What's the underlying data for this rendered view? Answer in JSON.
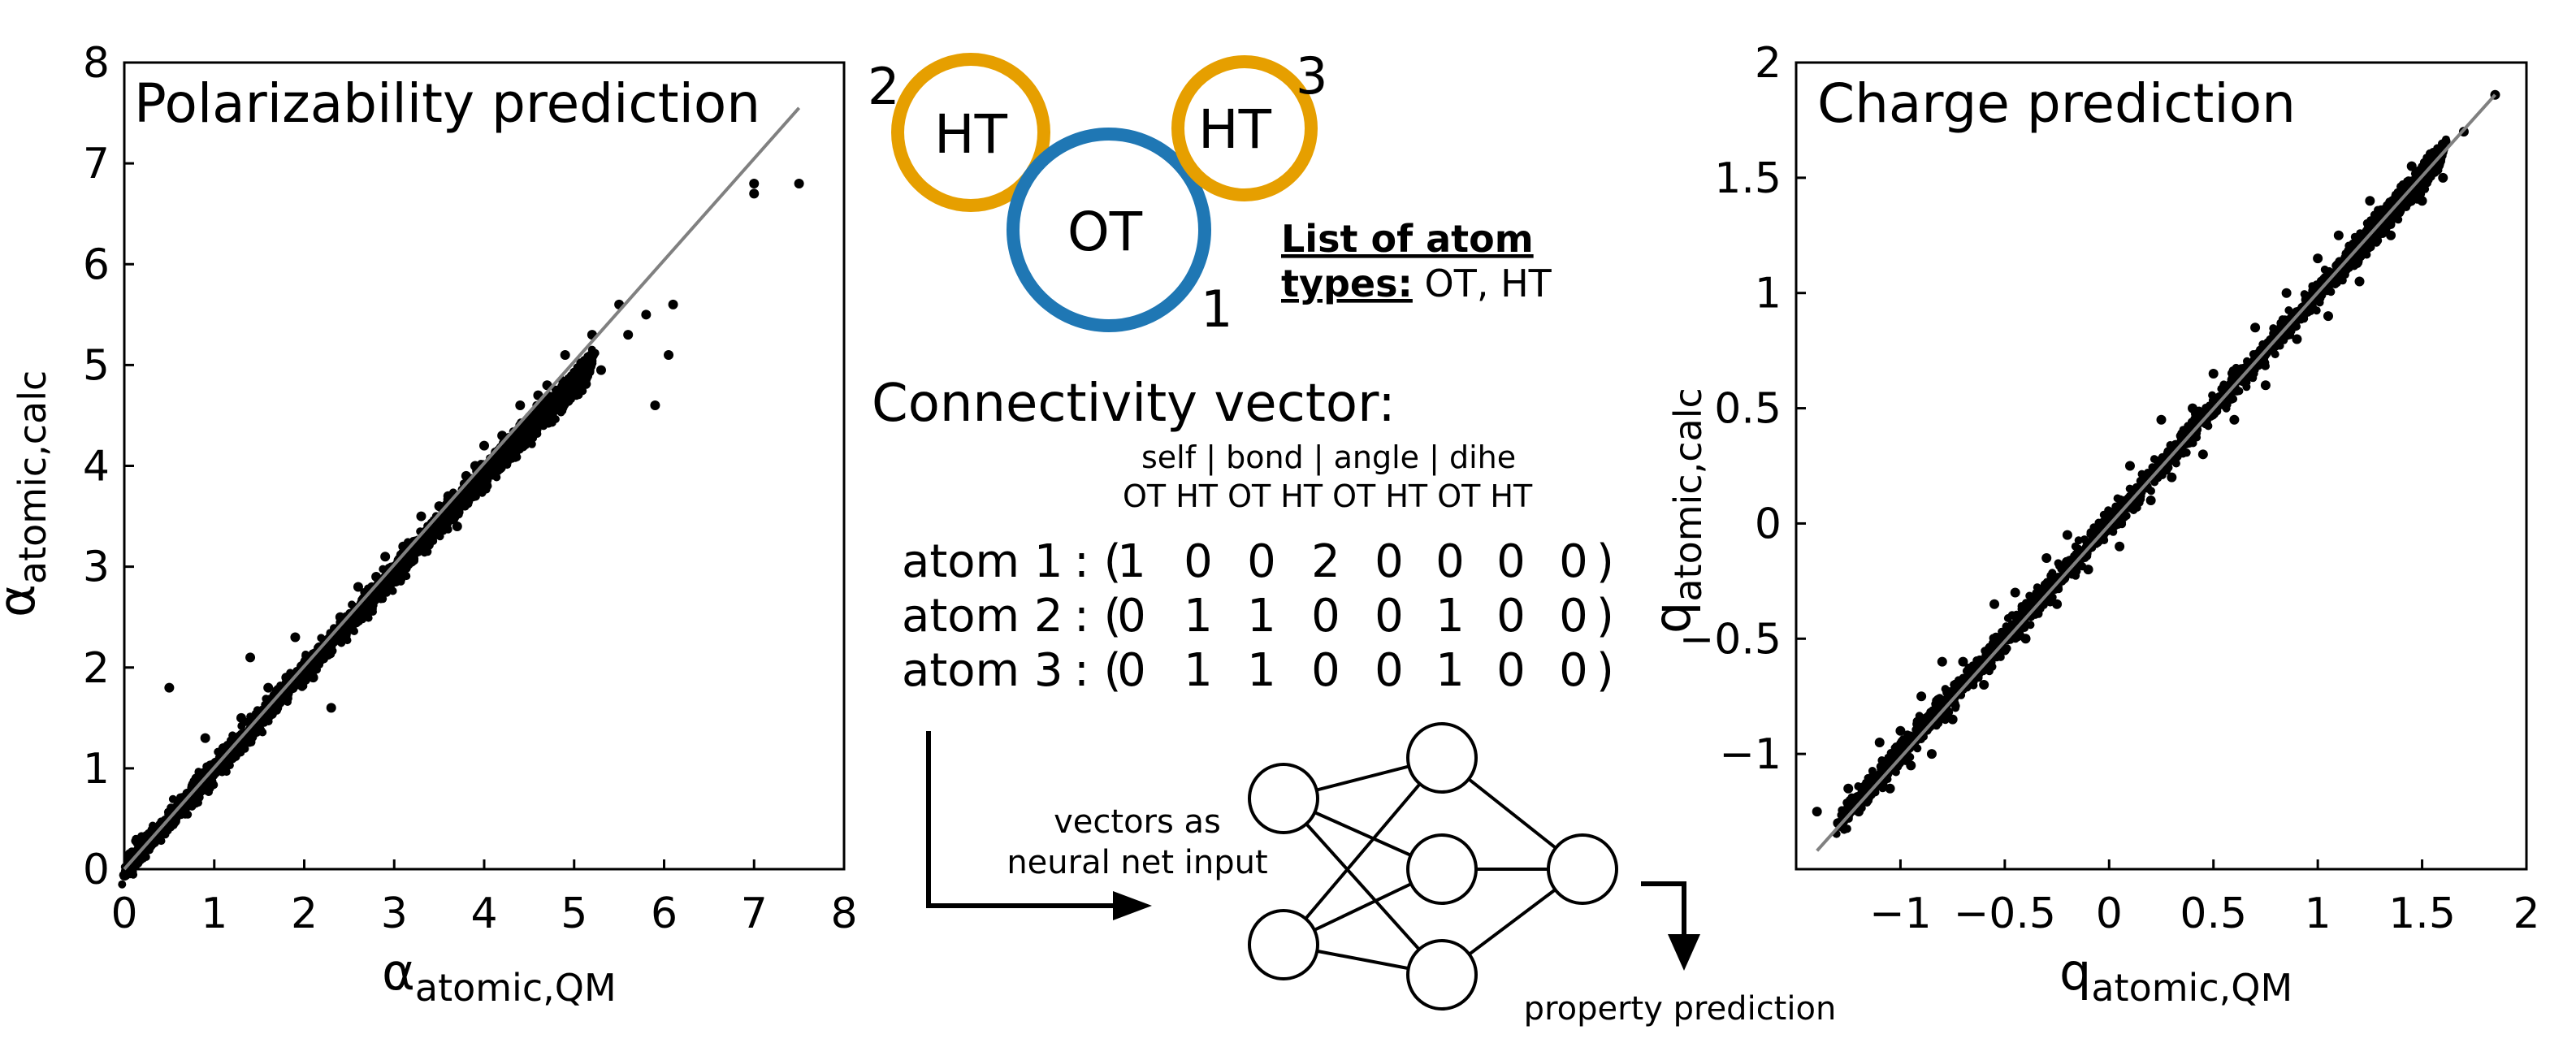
{
  "colors": {
    "blue": "#1f77b4",
    "orange": "#e69f00",
    "black": "#000000",
    "fitline": "#808080"
  },
  "chart_data": [
    {
      "type": "scatter",
      "title": "Polarizability prediction",
      "xlabel": {
        "main": "α",
        "sub": "atomic,QM"
      },
      "ylabel": {
        "main": "α",
        "sub": "atomic,calc"
      },
      "xlim": [
        0,
        8
      ],
      "ylim": [
        0,
        8
      ],
      "xticks": [
        "0",
        "1",
        "2",
        "3",
        "4",
        "5",
        "6",
        "7",
        "8"
      ],
      "yticks": [
        "0",
        "1",
        "2",
        "3",
        "4",
        "5",
        "6",
        "7",
        "8"
      ],
      "reference_line": [
        [
          0,
          0
        ],
        [
          7.5,
          7.55
        ]
      ],
      "grid": false,
      "points": [
        [
          0.05,
          0.08
        ],
        [
          0.12,
          0.1
        ],
        [
          0.2,
          0.18
        ],
        [
          0.3,
          0.25
        ],
        [
          0.4,
          0.42
        ],
        [
          0.55,
          0.6
        ],
        [
          0.5,
          1.8
        ],
        [
          0.7,
          0.75
        ],
        [
          0.8,
          0.9
        ],
        [
          0.9,
          1.3
        ],
        [
          1.0,
          1.0
        ],
        [
          1.1,
          1.2
        ],
        [
          1.2,
          1.1
        ],
        [
          1.3,
          1.5
        ],
        [
          1.4,
          2.1
        ],
        [
          1.5,
          1.45
        ],
        [
          1.6,
          1.8
        ],
        [
          1.7,
          1.6
        ],
        [
          1.8,
          1.9
        ],
        [
          1.9,
          2.3
        ],
        [
          2.0,
          2.0
        ],
        [
          2.1,
          1.9
        ],
        [
          2.2,
          2.2
        ],
        [
          2.3,
          1.6
        ],
        [
          2.4,
          2.5
        ],
        [
          2.5,
          2.4
        ],
        [
          2.6,
          2.8
        ],
        [
          2.7,
          2.6
        ],
        [
          2.8,
          2.9
        ],
        [
          2.9,
          3.1
        ],
        [
          3.0,
          3.0
        ],
        [
          3.1,
          3.2
        ],
        [
          3.2,
          3.1
        ],
        [
          3.3,
          3.5
        ],
        [
          3.4,
          3.3
        ],
        [
          3.5,
          3.6
        ],
        [
          3.6,
          3.7
        ],
        [
          3.7,
          3.4
        ],
        [
          3.8,
          3.9
        ],
        [
          3.9,
          4.0
        ],
        [
          4.0,
          4.2
        ],
        [
          4.1,
          3.95
        ],
        [
          4.2,
          4.3
        ],
        [
          4.3,
          4.2
        ],
        [
          4.4,
          4.6
        ],
        [
          4.5,
          4.4
        ],
        [
          4.6,
          4.7
        ],
        [
          4.7,
          4.8
        ],
        [
          4.8,
          4.6
        ],
        [
          4.9,
          5.1
        ],
        [
          5.0,
          4.9
        ],
        [
          5.2,
          5.3
        ],
        [
          5.3,
          4.95
        ],
        [
          5.5,
          5.6
        ],
        [
          5.6,
          5.3
        ],
        [
          5.8,
          5.5
        ],
        [
          5.9,
          4.6
        ],
        [
          6.05,
          5.1
        ],
        [
          6.1,
          5.6
        ],
        [
          7.0,
          6.7
        ],
        [
          7.0,
          6.8
        ],
        [
          7.5,
          6.8
        ]
      ],
      "dense_band": [
        [
          0,
          0
        ],
        [
          2.5,
          2.45
        ],
        [
          4.2,
          4.1
        ],
        [
          5.2,
          5.0
        ]
      ]
    },
    {
      "type": "scatter",
      "title": "Charge prediction",
      "xlabel": {
        "main": "q",
        "sub": "atomic,QM"
      },
      "ylabel": {
        "main": "q",
        "sub": "atomic,calc"
      },
      "xlim": [
        -1.5,
        2
      ],
      "ylim": [
        -1.5,
        2
      ],
      "xticks": [
        "−1",
        "−0.5",
        "0",
        "0.5",
        "1",
        "1.5",
        "2"
      ],
      "yticks": [
        "−1",
        "−0.5",
        "0",
        "0.5",
        "1",
        "1.5",
        "2"
      ],
      "reference_line": [
        [
          -1.4,
          -1.42
        ],
        [
          1.85,
          1.86
        ]
      ],
      "grid": false,
      "points": [
        [
          -1.4,
          -1.25
        ],
        [
          -1.3,
          -1.3
        ],
        [
          -1.25,
          -1.15
        ],
        [
          -1.2,
          -1.25
        ],
        [
          -1.1,
          -0.95
        ],
        [
          -1.05,
          -1.15
        ],
        [
          -1.0,
          -0.9
        ],
        [
          -0.95,
          -1.05
        ],
        [
          -0.9,
          -0.75
        ],
        [
          -0.85,
          -1.0
        ],
        [
          -0.8,
          -0.6
        ],
        [
          -0.75,
          -0.85
        ],
        [
          -0.7,
          -0.6
        ],
        [
          -0.6,
          -0.7
        ],
        [
          -0.55,
          -0.35
        ],
        [
          -0.5,
          -0.55
        ],
        [
          -0.45,
          -0.3
        ],
        [
          -0.4,
          -0.5
        ],
        [
          -0.3,
          -0.15
        ],
        [
          -0.25,
          -0.35
        ],
        [
          -0.2,
          -0.05
        ],
        [
          -0.1,
          -0.2
        ],
        [
          0.0,
          0.05
        ],
        [
          0.05,
          -0.1
        ],
        [
          0.1,
          0.25
        ],
        [
          0.2,
          0.1
        ],
        [
          0.25,
          0.45
        ],
        [
          0.3,
          0.2
        ],
        [
          0.4,
          0.5
        ],
        [
          0.45,
          0.3
        ],
        [
          0.5,
          0.65
        ],
        [
          0.6,
          0.45
        ],
        [
          0.7,
          0.85
        ],
        [
          0.75,
          0.6
        ],
        [
          0.85,
          1.0
        ],
        [
          0.9,
          0.8
        ],
        [
          1.0,
          1.15
        ],
        [
          1.05,
          0.9
        ],
        [
          1.1,
          1.25
        ],
        [
          1.2,
          1.05
        ],
        [
          1.25,
          1.4
        ],
        [
          1.35,
          1.25
        ],
        [
          1.45,
          1.55
        ],
        [
          1.5,
          1.4
        ],
        [
          1.55,
          1.6
        ],
        [
          1.6,
          1.5
        ],
        [
          1.7,
          1.7
        ],
        [
          1.85,
          1.86
        ]
      ],
      "dense_band": [
        [
          -1.3,
          -1.3
        ],
        [
          0.0,
          0.0
        ],
        [
          1.2,
          1.2
        ],
        [
          1.6,
          1.6
        ]
      ]
    }
  ],
  "diagram": {
    "atoms": [
      {
        "label": "OT",
        "number": "1"
      },
      {
        "label": "HT",
        "number": "2"
      },
      {
        "label": "HT",
        "number": "3"
      }
    ],
    "list_title_line1": "List of atom",
    "list_title_line2": "types:",
    "list_values": " OT, HT",
    "vector_title": "Connectivity vector:",
    "header_groups": "self  | bond | angle | dihe",
    "header_types": "OT HT OT HT OT HT OT HT",
    "rows": [
      {
        "name": "atom 1",
        "color": "blue",
        "values": [
          "1",
          "0",
          "0",
          "2",
          "0",
          "0",
          "0",
          "0"
        ],
        "value_colors": [
          "blue",
          "black",
          "black",
          "orange",
          "black",
          "black",
          "black",
          "black"
        ]
      },
      {
        "name": "atom 2",
        "color": "orange",
        "values": [
          "0",
          "1",
          "1",
          "0",
          "0",
          "1",
          "0",
          "0"
        ],
        "value_colors": [
          "black",
          "orange",
          "blue",
          "black",
          "black",
          "orange",
          "black",
          "black"
        ]
      },
      {
        "name": "atom 3",
        "color": "orange",
        "values": [
          "0",
          "1",
          "1",
          "0",
          "0",
          "1",
          "0",
          "0"
        ],
        "value_colors": [
          "black",
          "orange",
          "blue",
          "black",
          "black",
          "orange",
          "black",
          "black"
        ]
      }
    ],
    "input_label_line1": "vectors as",
    "input_label_line2": "neural net input",
    "output_label": "property prediction"
  }
}
